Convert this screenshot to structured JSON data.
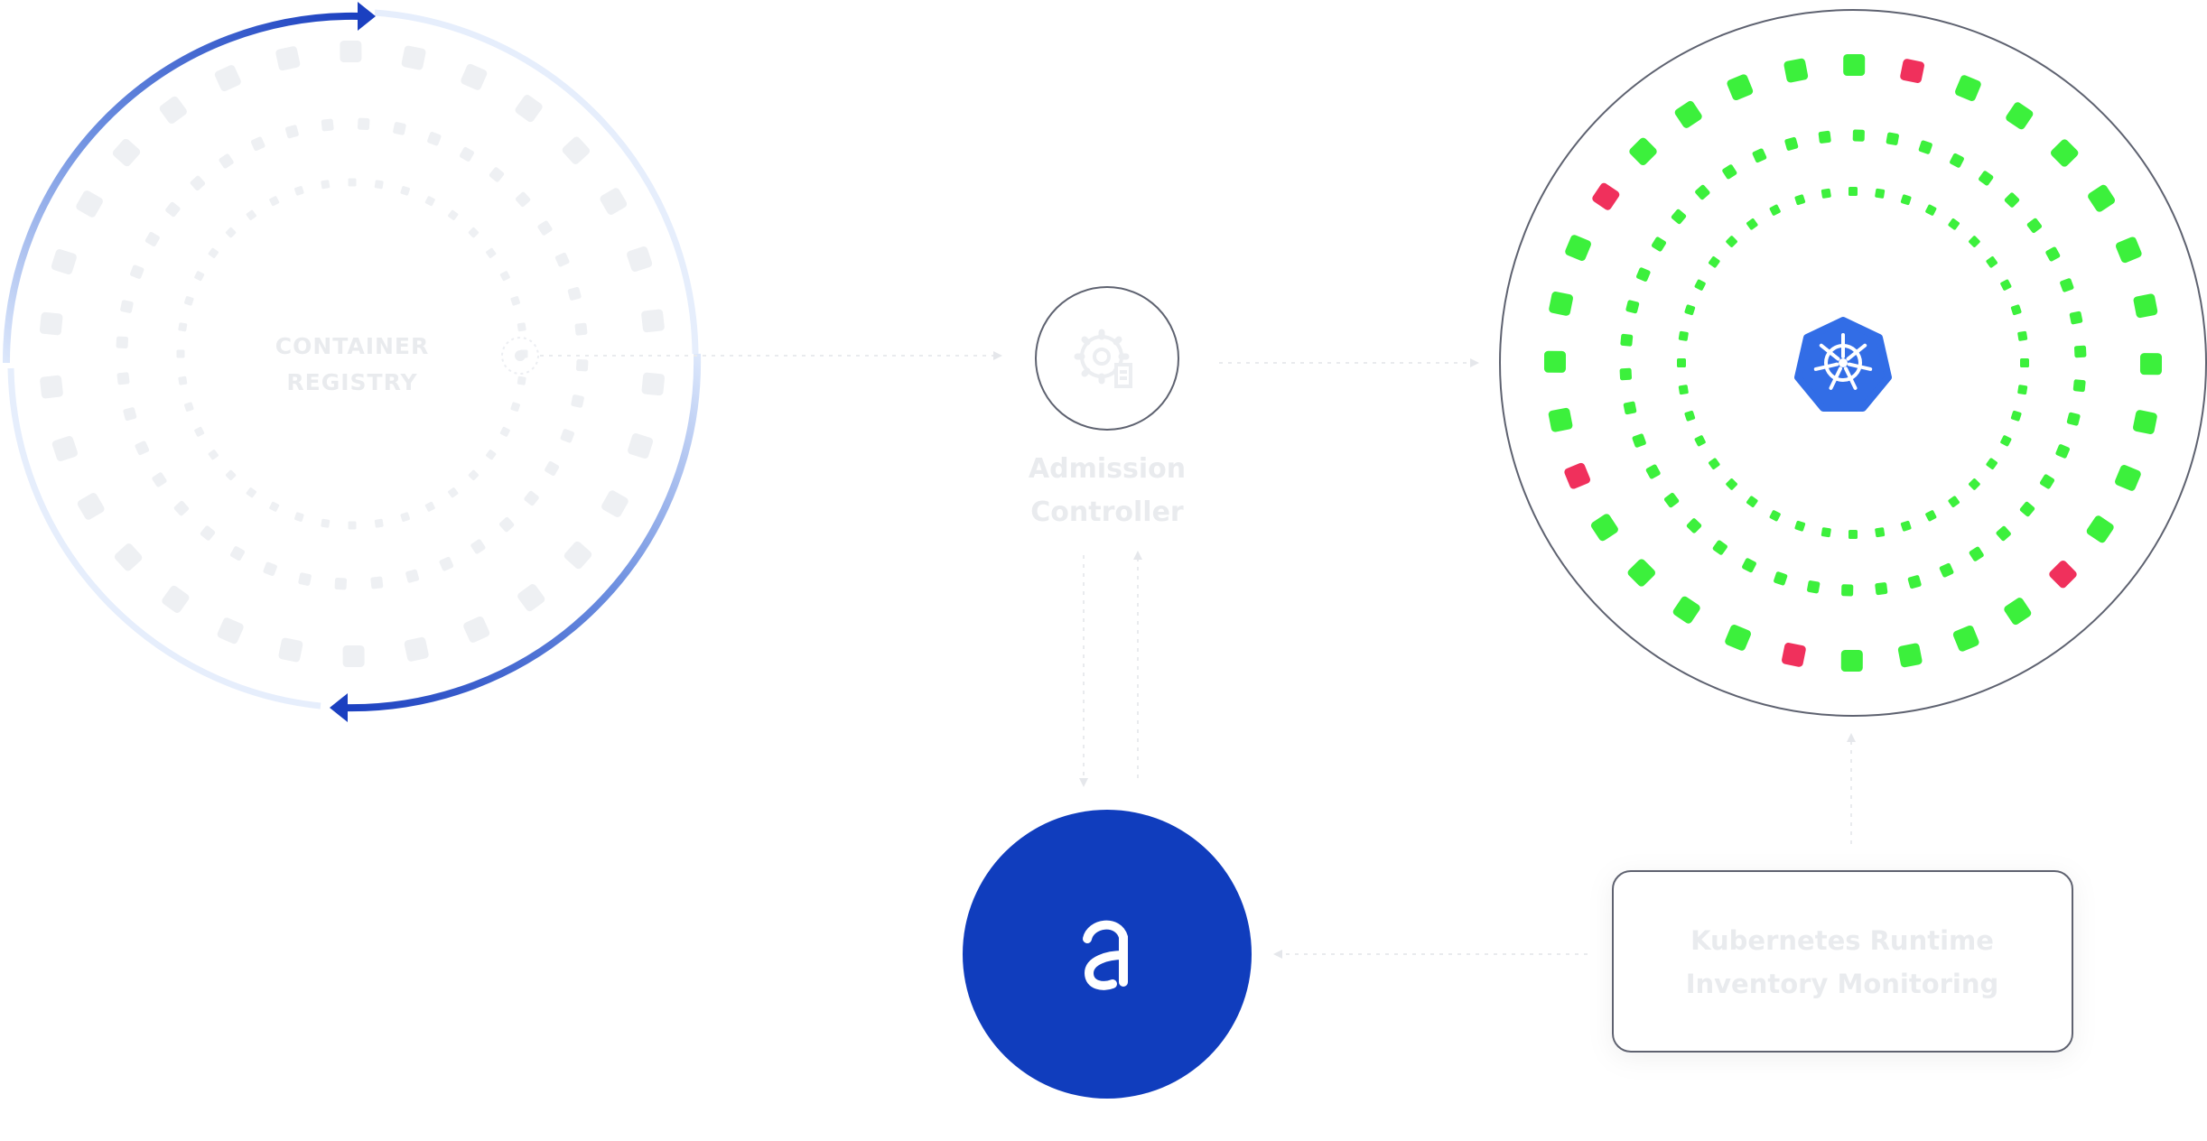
{
  "registry": {
    "line1": "CONTAINER",
    "line2": "REGISTRY"
  },
  "admission": {
    "line1": "Admission",
    "line2": "Controller",
    "icon": "gear-shield-icon"
  },
  "cluster": {
    "icon": "kubernetes-helm-icon"
  },
  "anchore": {
    "icon": "anchore-logo-icon"
  },
  "monitoring": {
    "line1": "Kubernetes Runtime",
    "line2": "Inventory Monitoring"
  },
  "colors": {
    "brand_blue": "#103dbd",
    "k8s_blue": "#326de6",
    "ok_green": "#3cf03c",
    "bad_red": "#f0305c",
    "faint": "#eef0f3",
    "faint_text": "#e9ebee",
    "outline": "#5e6270"
  }
}
